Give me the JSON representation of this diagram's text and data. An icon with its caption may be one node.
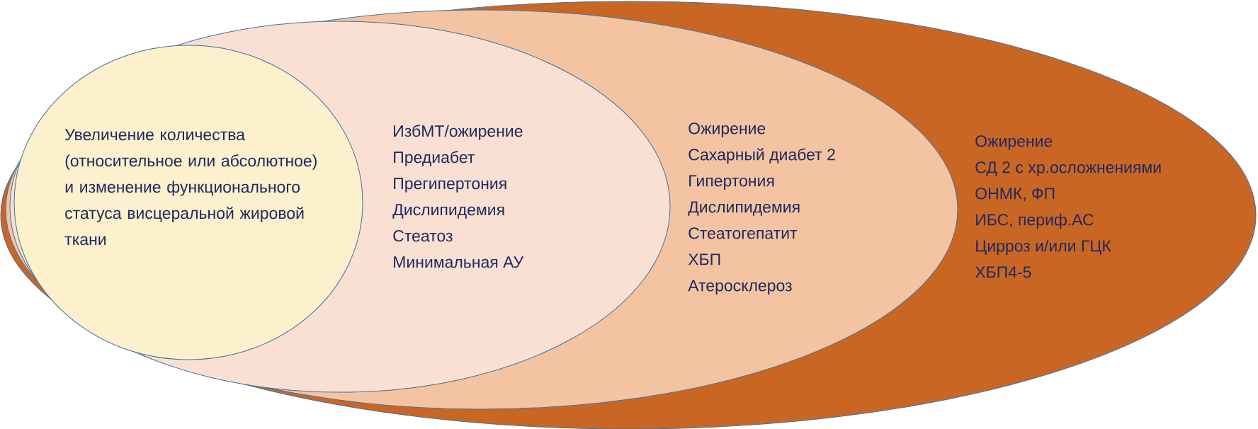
{
  "diagram": {
    "nodes": [
      {
        "text": [
          "Увеличение количества (относительное или абсолютное) и изменение функционального статуса висцеральной жировой ткани"
        ],
        "in": 1
      },
      {
        "text": [
          "ИзбМТ/ожирение",
          "Предиабет",
          "Прегипертония",
          "Дислипидемия",
          "Стеатоз",
          "Минимальная АУ"
        ],
        "in": 2
      },
      {
        "text": [
          "Ожирение",
          "Сахарный диабет 2",
          "Гипертония",
          "Дислипидемия",
          "Стеатогепатит",
          "ХБП",
          "Атеросклероз"
        ],
        "in": 3
      },
      {
        "text": [
          "Ожирение",
          "СД 2 с хр.осложнениями",
          "ОНМК, ФП",
          "ИБС, периф.АС",
          "Цирроз и/или ГЦК",
          "ХБП4-5"
        ]
      }
    ]
  }
}
